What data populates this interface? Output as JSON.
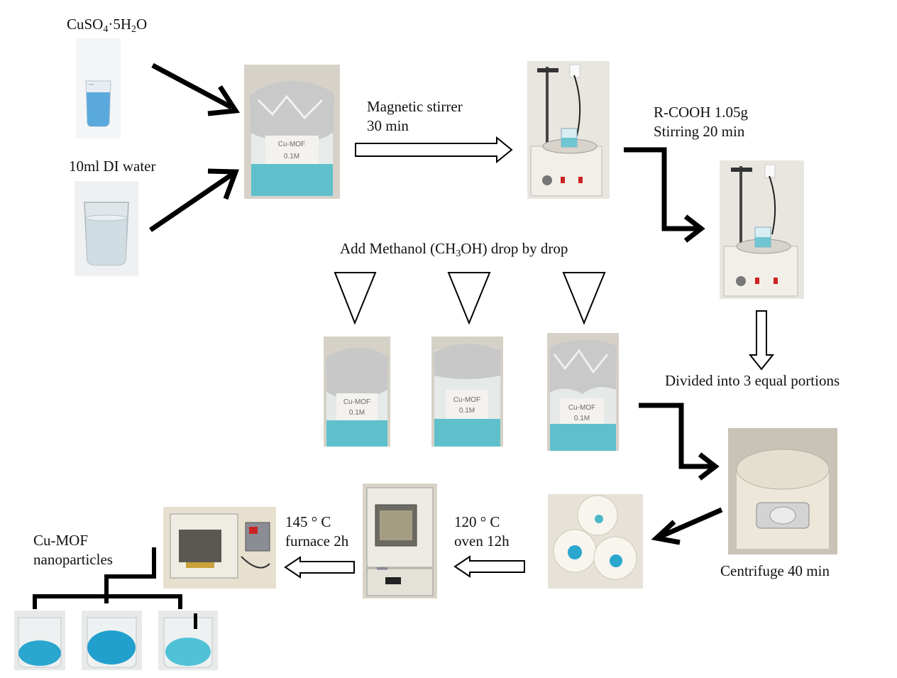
{
  "labels": {
    "cuso4_main": "CuSO",
    "cuso4_sub1": "4",
    "cuso4_mid": "·5H",
    "cuso4_sub2": "2",
    "cuso4_end": "O",
    "di_water": "10ml DI water",
    "stirrer_line1": "Magnetic stirrer",
    "stirrer_line2": "30 min",
    "rcooh_line1": "R-COOH 1.05g",
    "rcooh_line2": "Stirring 20 min",
    "methanol_pre": "Add Methanol (CH",
    "methanol_sub": "3",
    "methanol_post": "OH) drop by drop",
    "divided": "Divided into 3 equal portions",
    "centrifuge": "Centrifuge 40 min",
    "oven_line1": "120 ° C",
    "oven_line2": "oven 12h",
    "furnace_line1": "145 ° C",
    "furnace_line2": "furnace 2h",
    "product_line1": "Cu-MOF",
    "product_line2": "nanoparticles"
  },
  "jar_labels": {
    "text_line1": "Cu-MOF",
    "text_line2": "0.1M"
  },
  "colors": {
    "solution_blue": "#5fc0cc",
    "powder_blue": "#2aa6cf",
    "beaker_blue": "#5aa9dd",
    "arrow_black": "#000000",
    "foil": "#c9c9c9"
  }
}
